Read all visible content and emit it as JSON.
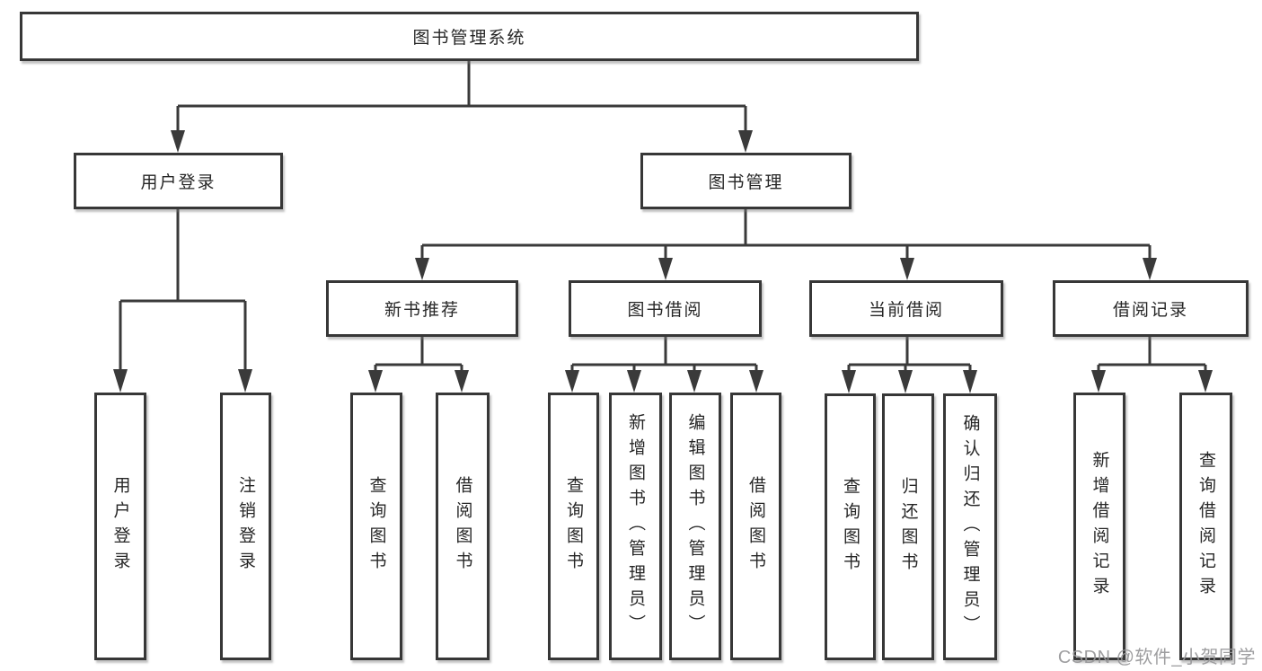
{
  "diagram": {
    "root": "图书管理系统",
    "branches": [
      {
        "label": "用户登录",
        "children": [
          {
            "label": "用户登录"
          },
          {
            "label": "注销登录"
          }
        ]
      },
      {
        "label": "图书管理",
        "children": [
          {
            "label": "新书推荐",
            "children": [
              {
                "label": "查询图书"
              },
              {
                "label": "借阅图书"
              }
            ]
          },
          {
            "label": "图书借阅",
            "children": [
              {
                "label": "查询图书"
              },
              {
                "label": "新增图书（管理员）"
              },
              {
                "label": "编辑图书（管理员）"
              },
              {
                "label": "借阅图书"
              }
            ]
          },
          {
            "label": "当前借阅",
            "children": [
              {
                "label": "查询图书"
              },
              {
                "label": "归还图书"
              },
              {
                "label": "确认归还（管理员）"
              }
            ]
          },
          {
            "label": "借阅记录",
            "children": [
              {
                "label": "新增借阅记录"
              },
              {
                "label": "查询借阅记录"
              }
            ]
          }
        ]
      }
    ]
  },
  "watermark": {
    "text": "CSDN @软件_小贺同学"
  },
  "colors": {
    "line": "#3a3a3a",
    "box_border": "#373737",
    "box_fill": "#ffffff",
    "text": "#262626",
    "watermark": "#969698",
    "background": "#ffffff"
  }
}
